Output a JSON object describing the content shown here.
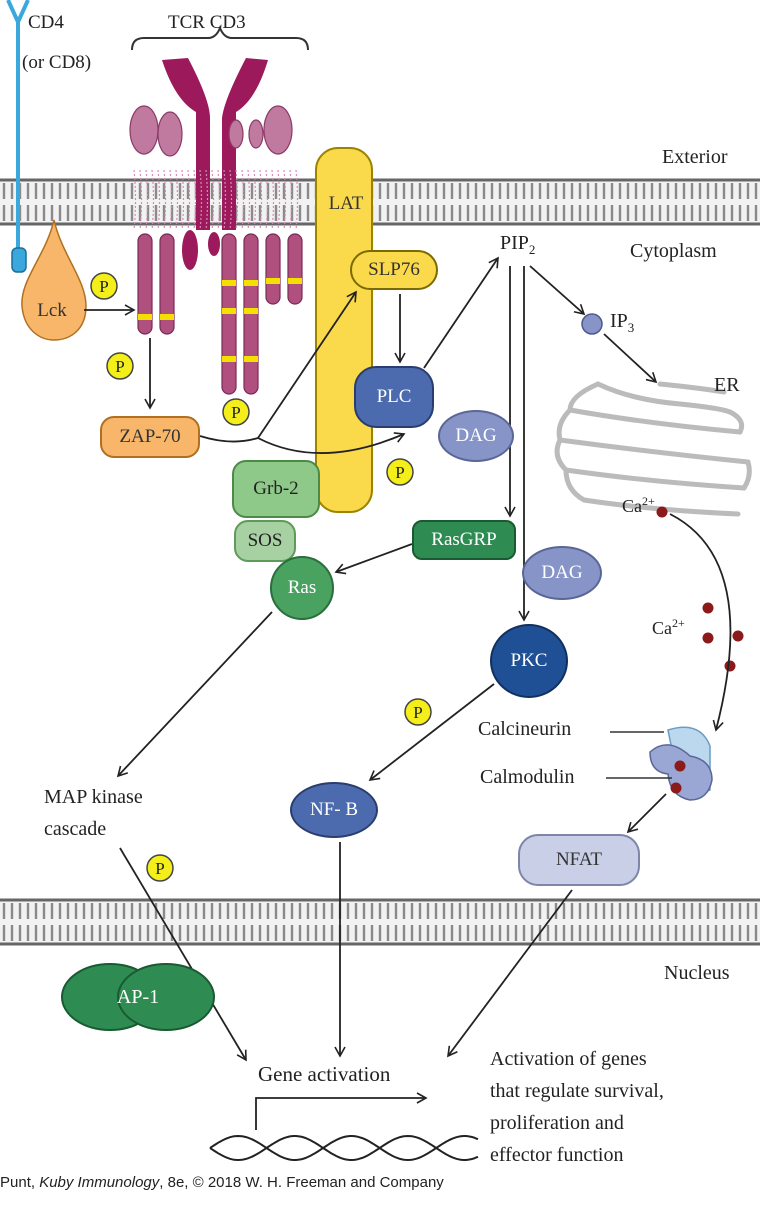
{
  "labels": {
    "cd4": "CD4",
    "cd8": "(or CD8)",
    "tcr": "TCR CD3",
    "exterior": "Exterior",
    "cytoplasm": "Cytoplasm",
    "nucleus": "Nucleus",
    "er": "ER",
    "pip2_base": "PIP",
    "pip2_sub": "2",
    "ip3_base": "IP",
    "ip3_sub": "3",
    "ca_base": "Ca",
    "ca_sup": "2+",
    "calcineurin": "Calcineurin",
    "calmodulin": "Calmodulin",
    "map_kinase_1": "MAP kinase",
    "map_kinase_2": "cascade",
    "gene_activation": "Gene activation",
    "activation_1": "Activation of genes",
    "activation_2": "that regulate survival,",
    "activation_3": "proliferation and",
    "activation_4": "effector function"
  },
  "nodes": {
    "lck": "Lck",
    "lat": "LAT",
    "slp76": "SLP76",
    "plc": "PLC",
    "zap70": "ZAP-70",
    "dag_top": "DAG",
    "dag_bottom": "DAG",
    "grb2": "Grb-2",
    "sos": "SOS",
    "ras": "Ras",
    "rasgrp": "RasGRP",
    "pkc": "PKC",
    "nfkb": "NF-  B",
    "nfat": "NFAT",
    "ap1": "AP-1",
    "phospho": "P"
  },
  "credit": {
    "prefix": "Punt, ",
    "book": "Kuby Immunology",
    "suffix": ", 8e, © 2018 W. H. Freeman and Company"
  },
  "colors": {
    "membrane_line": "#666666",
    "bilayer_fill": "#f2f2f2",
    "tcr": "#9c1a5c",
    "cd3_chain": "#b0507e",
    "itam": "#f3e000",
    "cd4": "#3aa8dc",
    "lck": "#f7b66a",
    "lat": "#fad94a",
    "phospho": "#f4ee1a",
    "blue_protein": "#4c6aae",
    "dag": "#8794c8",
    "pkc": "#1f4f94",
    "green_light": "#8fc98a",
    "green_mid": "#4aa261",
    "green_dark": "#2e8c52",
    "nfat": "#c8cfe6",
    "calcium": "#8b1a1a",
    "er": "#bbbbbb"
  }
}
